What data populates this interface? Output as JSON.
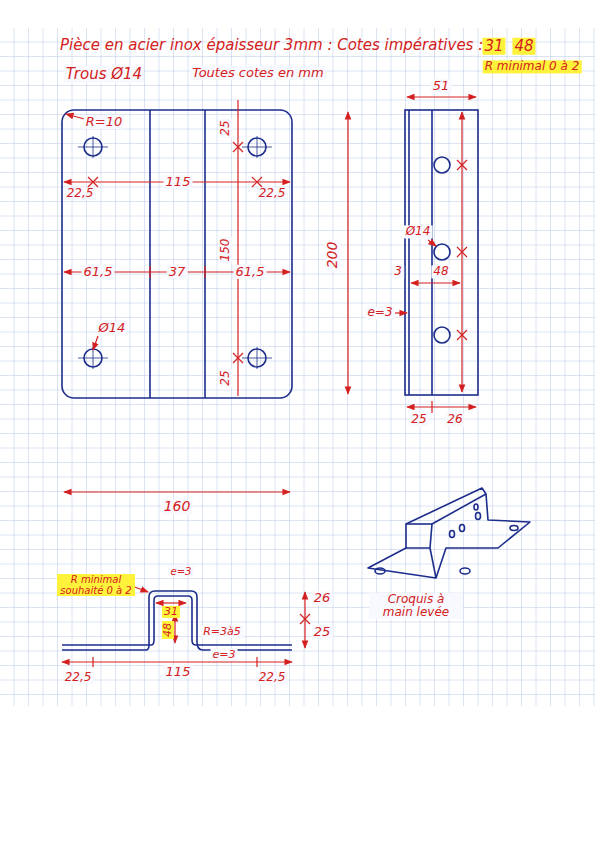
{
  "diagram": {
    "title": "Pièce en acier inox épaisseur 3mm : Cotes impératives :",
    "labels": [
      "31",
      "48",
      "R minimal 0 à 2",
      "Trous Ø14",
      "Toutes cotes en mm",
      "R=10",
      "25",
      "22,5",
      "115",
      "22,5",
      "150",
      "61,5",
      "37",
      "61,5",
      "Ø14",
      "25",
      "200",
      "51",
      "Ø14",
      "3",
      "48",
      "e=3",
      "25",
      "26",
      "160",
      "R minimal souhaité 0 à 2",
      "e=3",
      "31",
      "48",
      "R=3à5",
      "e=3",
      "26",
      "25",
      "22,5",
      "115",
      "22,5",
      "Croquis à main levée"
    ]
  }
}
